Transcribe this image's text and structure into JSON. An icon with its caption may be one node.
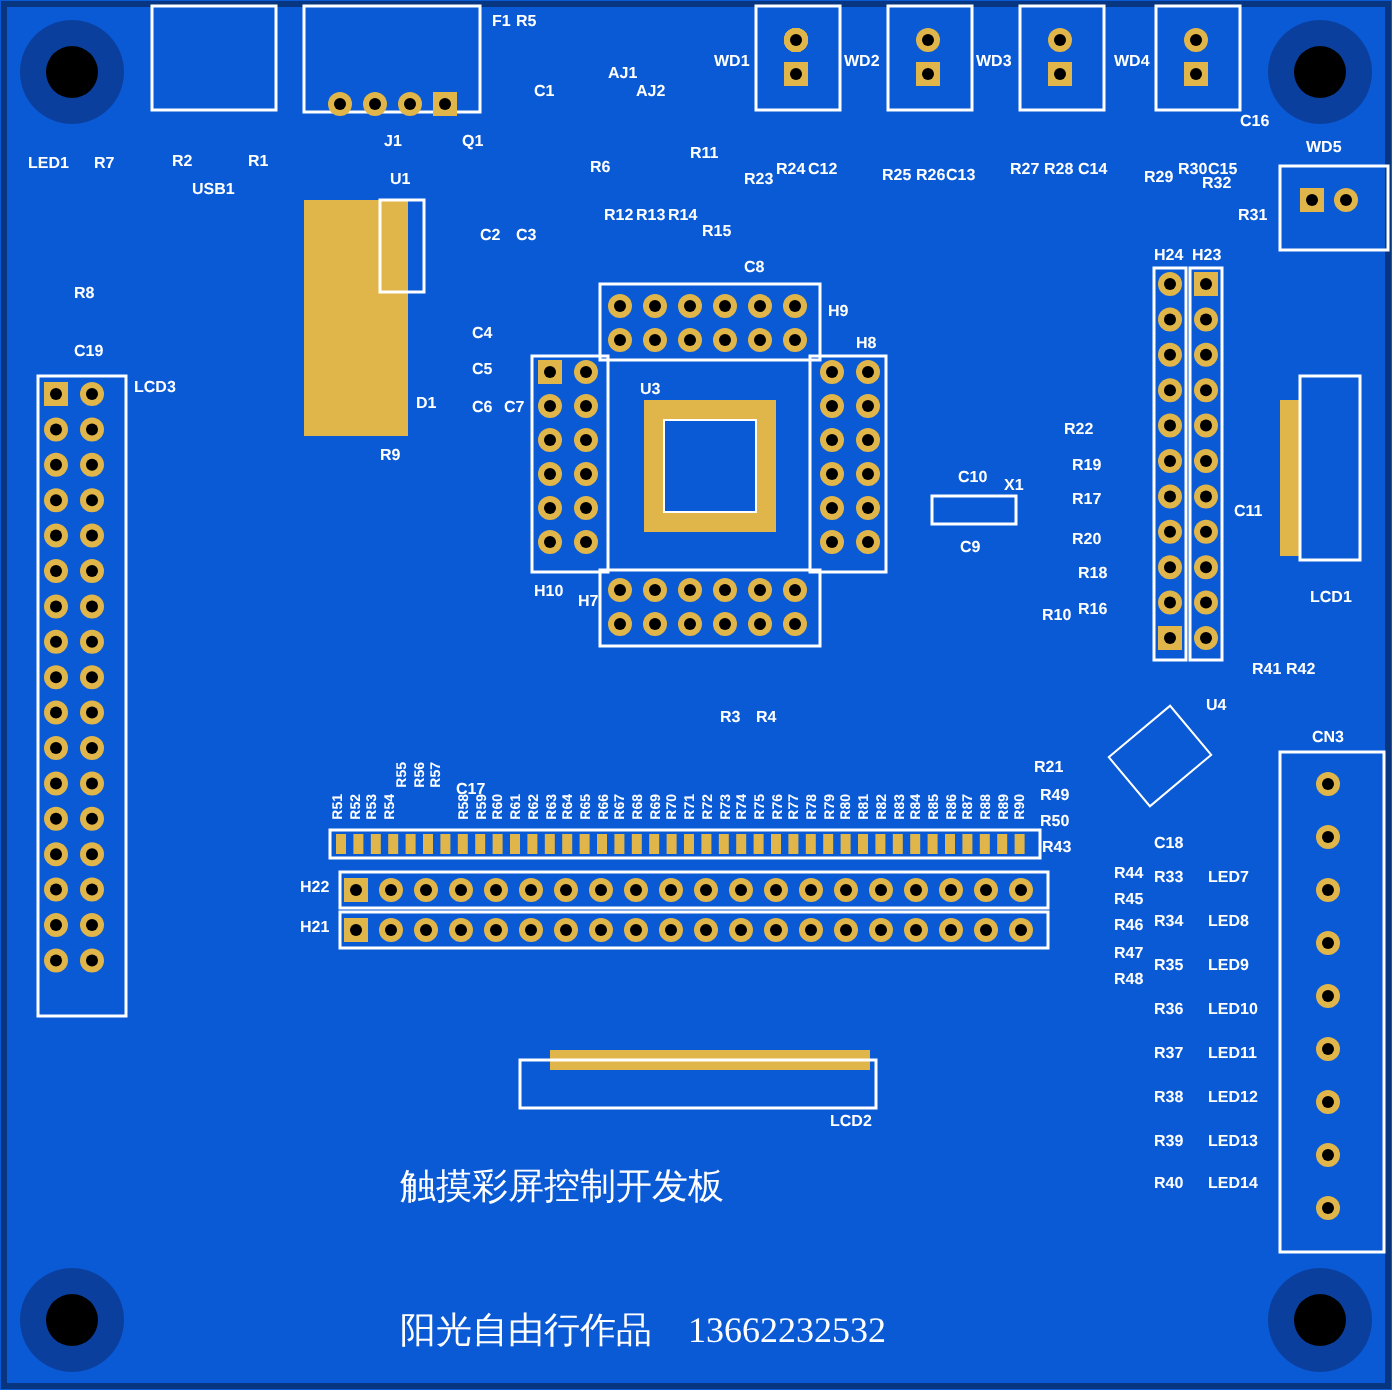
{
  "diagram": {
    "labels": [
      "F1",
      "R5",
      "WD1",
      "WD2",
      "WD3",
      "WD4",
      "C1",
      "AJ1",
      "AJ2",
      "J1",
      "Q1",
      "C16",
      "LED1",
      "R7",
      "R2",
      "R1",
      "WD5",
      "R11",
      "R23",
      "R24",
      "C12",
      "R25",
      "R26",
      "C13",
      "R27",
      "R28",
      "C14",
      "R29",
      "R30",
      "C15",
      "R32",
      "R31",
      "USB1",
      "R6",
      "U1",
      "C2",
      "C3",
      "R12",
      "R13",
      "R14",
      "R15",
      "C8",
      "H24",
      "H23",
      "R8",
      "H9",
      "H8",
      "C19",
      "C4",
      "C5",
      "LCD3",
      "U3",
      "D1",
      "C6",
      "C7",
      "R9",
      "R22",
      "R19",
      "C10",
      "X1",
      "R17",
      "R20",
      "C9",
      "C11",
      "R18",
      "R10",
      "R16",
      "H10",
      "H7",
      "LCD1",
      "R41",
      "R42",
      "R3",
      "R4",
      "U4",
      "CN3",
      "R21",
      "C17",
      "R51",
      "R52",
      "R53",
      "R54",
      "R55",
      "R56",
      "R57",
      "R58",
      "R59",
      "R60",
      "R61",
      "R62",
      "R63",
      "R64",
      "R65",
      "R66",
      "R67",
      "R68",
      "R69",
      "R70",
      "R71",
      "R72",
      "R73",
      "R74",
      "R75",
      "R76",
      "R77",
      "R78",
      "R79",
      "R80",
      "R81",
      "R82",
      "R83",
      "R84",
      "R85",
      "R86",
      "R87",
      "R88",
      "R89",
      "R90",
      "R49",
      "R50",
      "R43",
      "C18",
      "R44",
      "R33",
      "LED7",
      "H22",
      "R45",
      "R34",
      "LED8",
      "H21",
      "R46",
      "R47",
      "R35",
      "LED9",
      "R48",
      "R36",
      "LED10",
      "R37",
      "LED11",
      "R38",
      "LED12",
      "LCD2",
      "R39",
      "LED13",
      "R40",
      "LED14",
      "触摸彩屏控制开发板",
      "阳光自由行作品　13662232532"
    ]
  }
}
